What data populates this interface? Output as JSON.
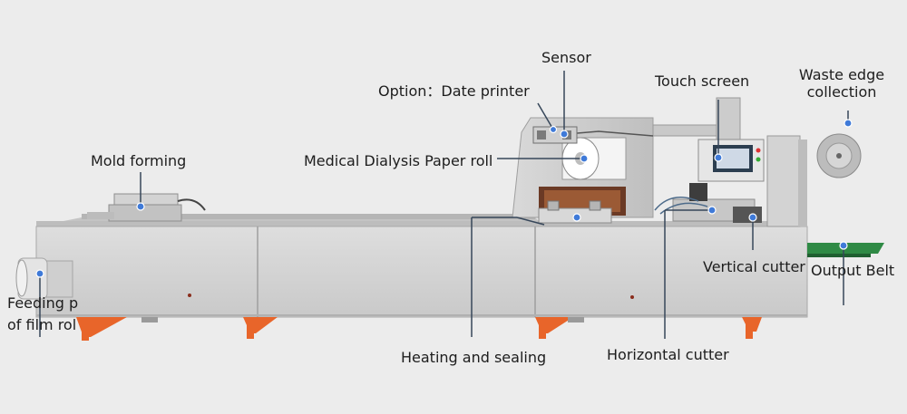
{
  "labels": {
    "sensor": "Sensor",
    "date_printer": "Option：Date printer",
    "touch_screen": "Touch screen",
    "waste_edge": "Waste edge collection",
    "mold_forming": "Mold forming",
    "medical_paper": "Medical Dialysis Paper roll",
    "vertical_cutter": "Vertical cutter",
    "output_belt": "Output Belt",
    "feeding": "Feeding p",
    "film_roll": "of film rol",
    "heating_sealing": "Heating and sealing",
    "horizontal_cutter": "Horizontal cutter"
  },
  "colors": {
    "background": "#ececec",
    "machine_body": "#d6d6d6",
    "legs": "#e8652a",
    "callout_line": "#37475a",
    "callout_dot": "#3f7ad8",
    "belt": "#2f8a45"
  }
}
